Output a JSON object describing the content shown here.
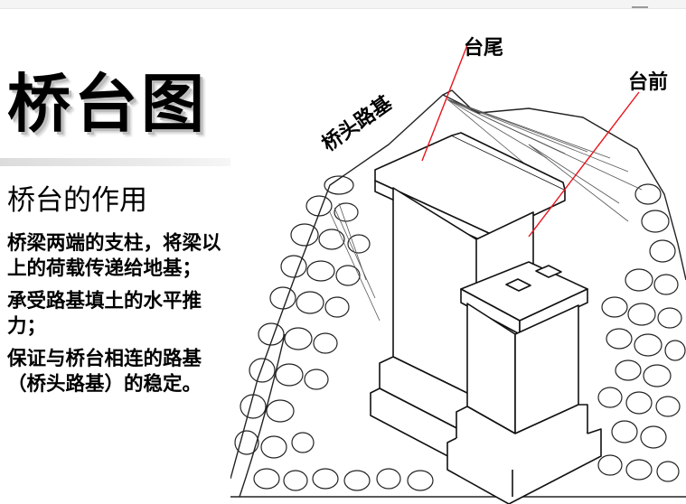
{
  "slide": {
    "title": "桥台图",
    "subtitle": "桥台的作用",
    "points": [
      "桥梁两端的支柱，将梁以上的荷载传递给地基；",
      "承受路基填土的水平推力；",
      "保证与桥台相连的路基（桥头路基）的稳定。"
    ]
  },
  "illustration": {
    "labels": {
      "tail": "台尾",
      "front": "台前",
      "approach": "桥头路基"
    },
    "colors": {
      "annotation_line": "#e8141c",
      "sketch": "#222222"
    }
  }
}
